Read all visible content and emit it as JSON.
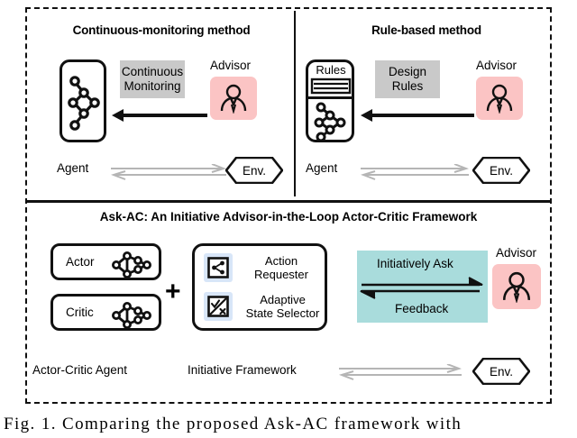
{
  "figure": {
    "caption": "Fig. 1.  Comparing the proposed Ask-AC framework with"
  },
  "top_section": {
    "left_panel": {
      "title": "Continuous-monitoring method",
      "agent_icon_name": "graph-network-icon",
      "chip": {
        "line1": "Continuous",
        "line2": "Monitoring"
      },
      "advisor_label": "Advisor",
      "agent_label": "Agent",
      "env_label": "Env."
    },
    "right_panel": {
      "title": "Rule-based method",
      "rules_label": "Rules",
      "chip": {
        "line1": "Design",
        "line2": "Rules"
      },
      "advisor_label": "Advisor",
      "agent_label": "Agent",
      "env_label": "Env."
    }
  },
  "bottom_section": {
    "title": "Ask-AC: An Initiative Advisor-in-the-Loop Actor-Critic Framework",
    "actor_label": "Actor",
    "critic_label": "Critic",
    "plus": "+",
    "framework_rows": [
      {
        "icon": "share-network-icon",
        "line1": "Action",
        "line2": "Requester"
      },
      {
        "icon": "check-cross-selector-icon",
        "line1": "Adaptive",
        "line2": "State Selector"
      }
    ],
    "teal": {
      "ask_label": "Initiatively Ask",
      "feedback_label": "Feedback"
    },
    "advisor_label": "Advisor",
    "agent_group_label": "Actor-Critic Agent",
    "framework_group_label": "Initiative Framework",
    "env_label": "Env."
  },
  "colors": {
    "advisor_pink": "#fbc4c4",
    "chip_gray": "#c9c9c9",
    "teal": "#a9dcdc",
    "icon_blue": "#d8e6f8",
    "stroke": "#111111",
    "gray_arrow": "#b5b5b5"
  }
}
